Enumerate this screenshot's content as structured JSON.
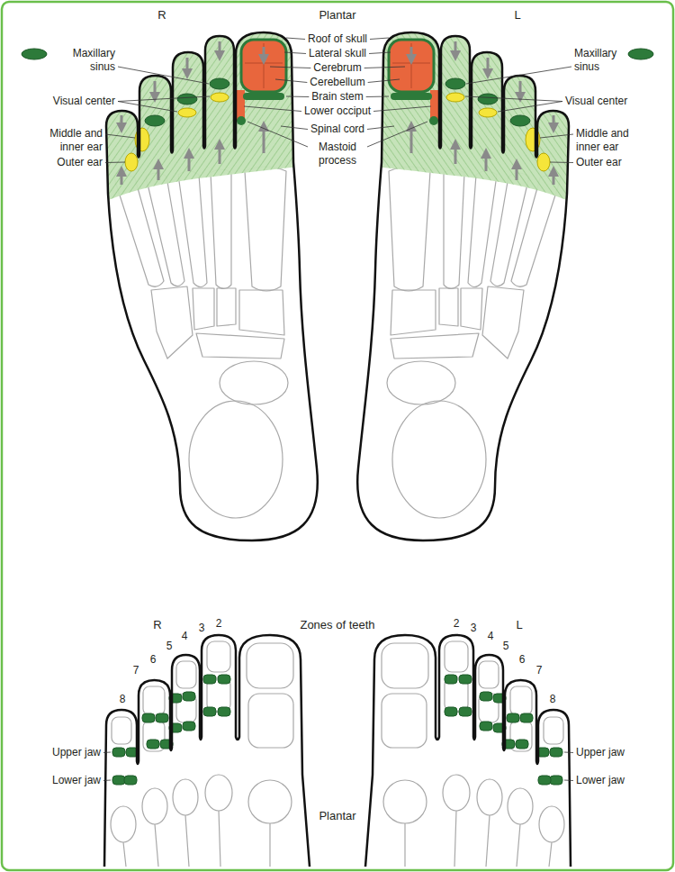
{
  "diagram": {
    "labels": [
      "R",
      "Plantar",
      "L",
      "Maxillary sinus",
      "Maxillary sinus",
      "Roof of skull",
      "Lateral skull",
      "Cerebrum",
      "Cerebellum",
      "Brain stem",
      "Lower occiput",
      "Spinal cord",
      "Mastoid process",
      "Visual center",
      "Visual center",
      "Middle and inner ear",
      "Middle and inner ear",
      "Outer ear",
      "Outer ear",
      "R",
      "Zones of teeth",
      "L",
      "2",
      "3",
      "4",
      "5",
      "6",
      "7",
      "8",
      "2",
      "3",
      "4",
      "5",
      "6",
      "7",
      "8",
      "Upper jaw",
      "Lower jaw",
      "Upper jaw",
      "Lower jaw",
      "Plantar"
    ]
  }
}
